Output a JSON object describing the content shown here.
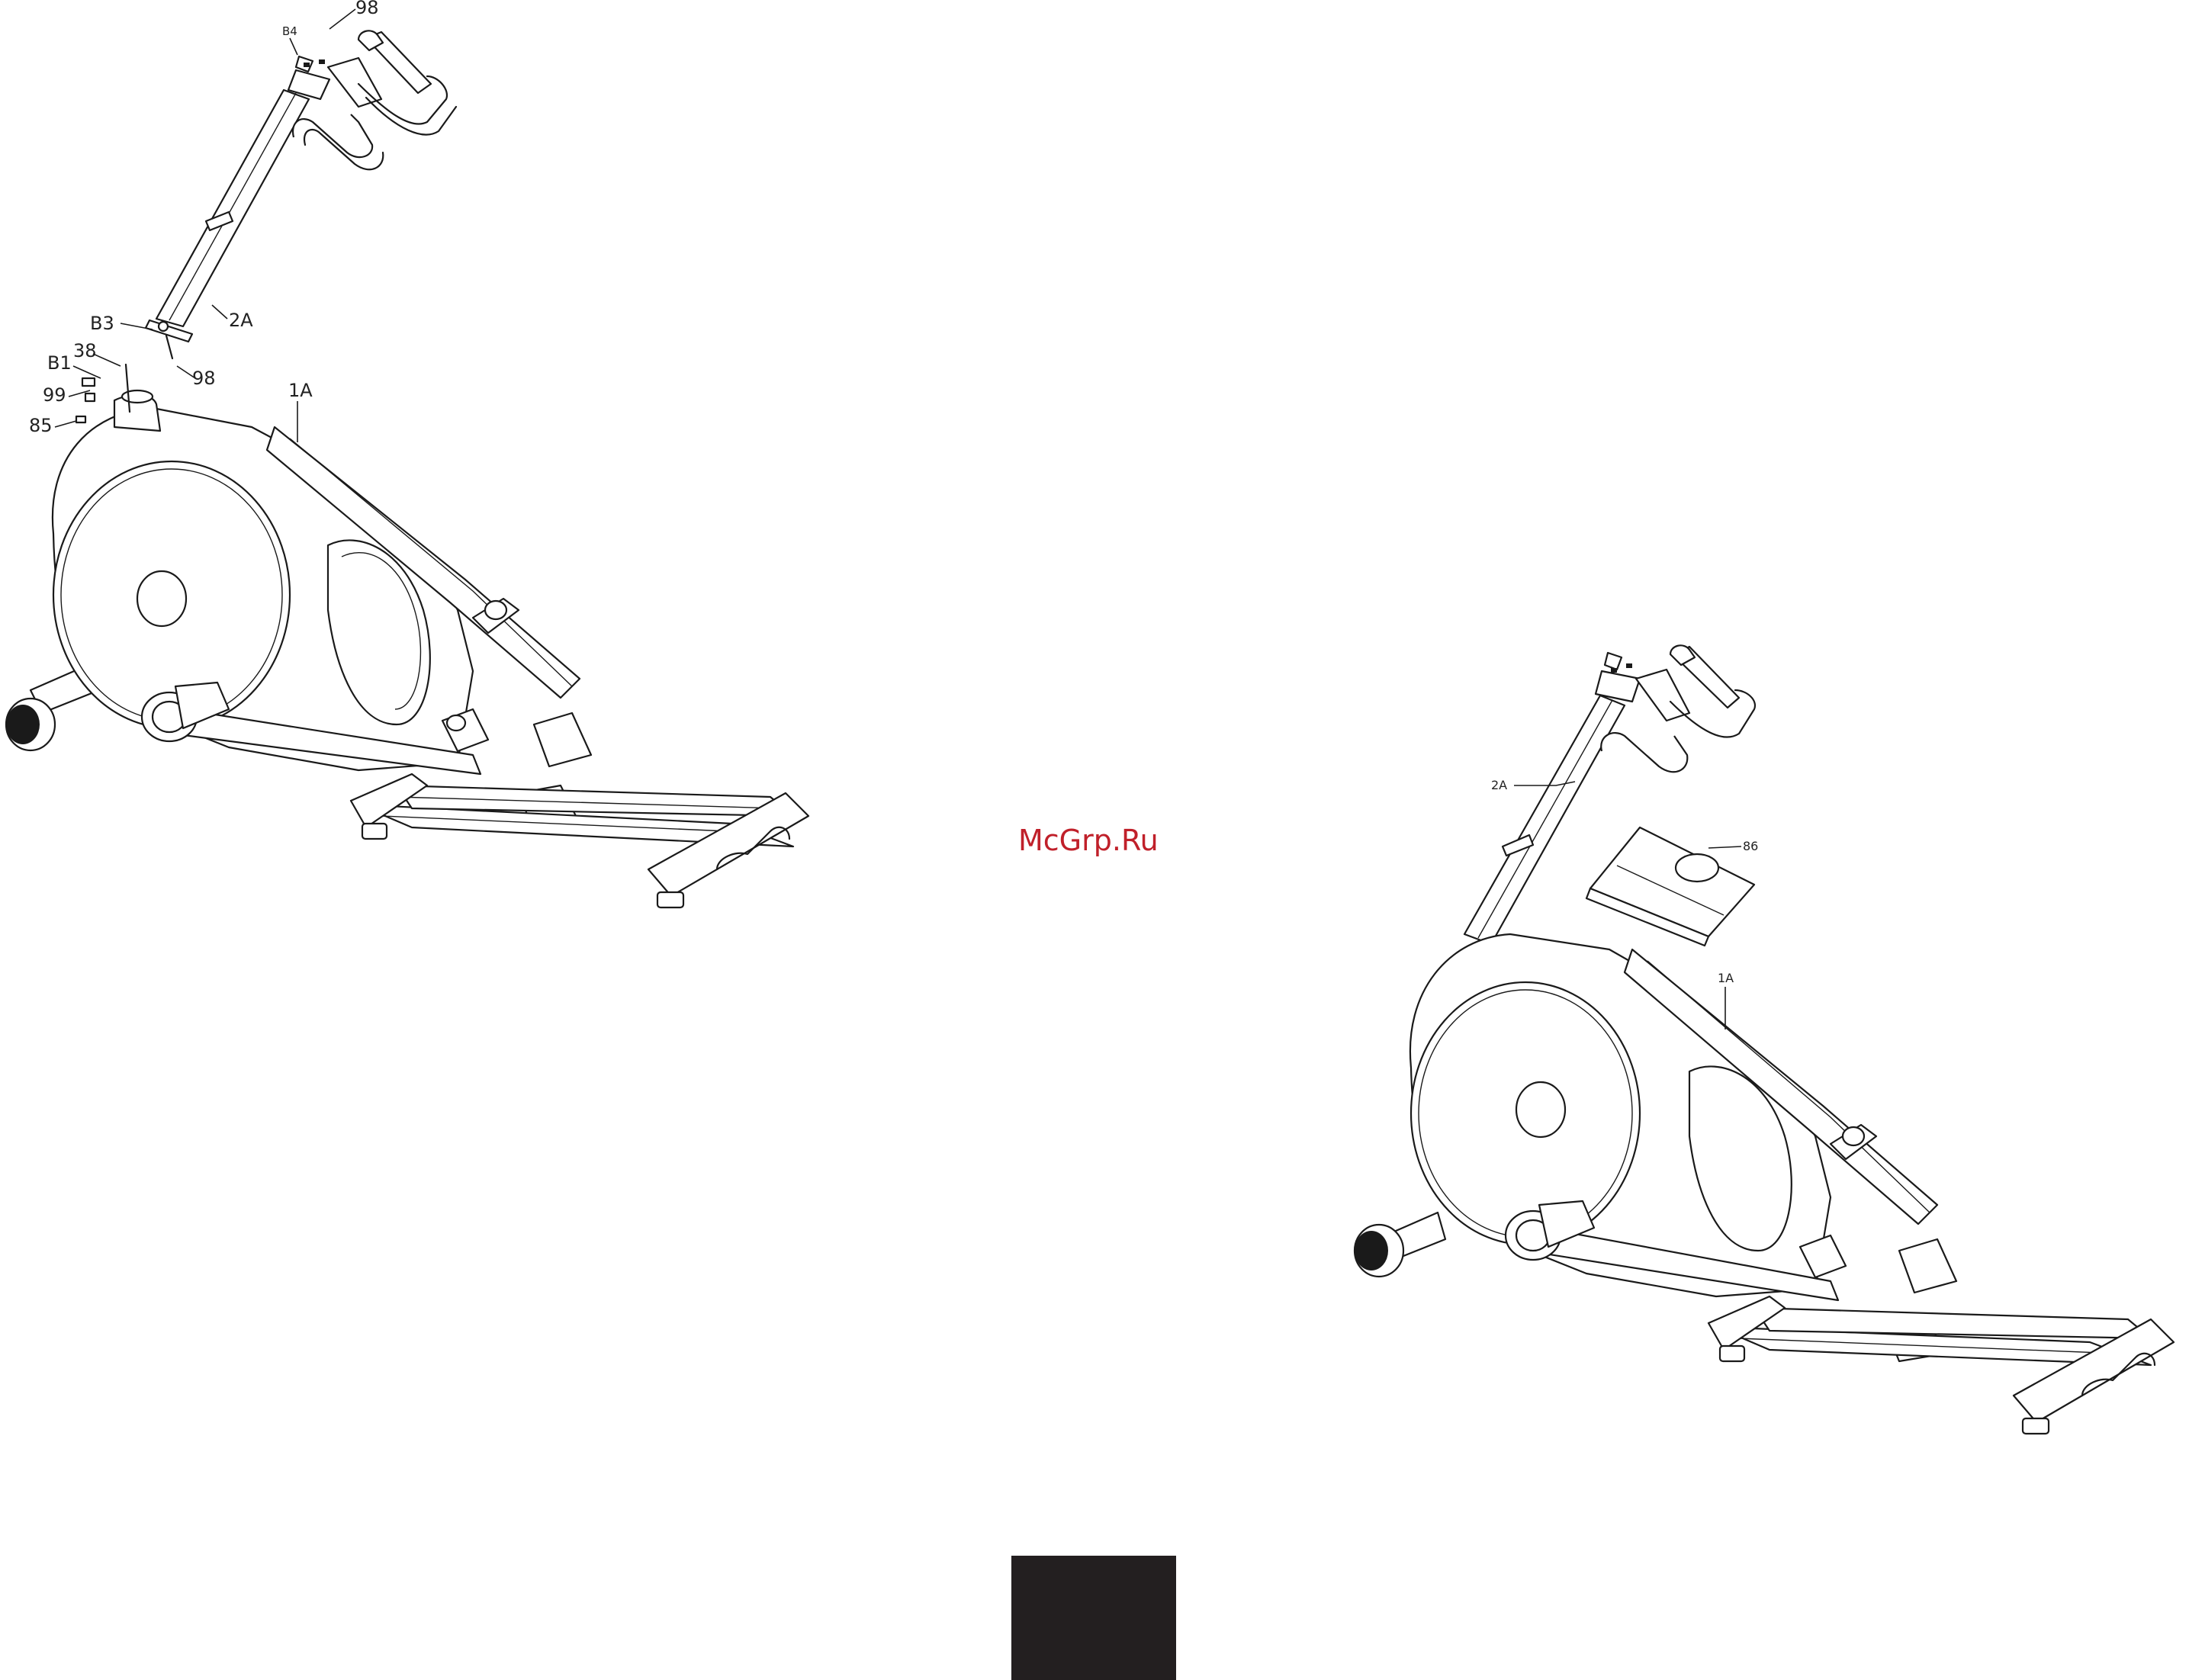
{
  "watermark": {
    "text": "McGrp.Ru",
    "color": "#c0202a"
  },
  "left_diagram": {
    "labels": {
      "b4": "B4",
      "n98_top": "98",
      "b3": "B3",
      "n2a": "2A",
      "n98_bottom": "98",
      "b1": "B1",
      "n38": "38",
      "n99": "99",
      "n85": "85",
      "n1a": "1A"
    }
  },
  "right_diagram": {
    "labels": {
      "n2a": "2A",
      "n86": "86",
      "n1a": "1A"
    }
  },
  "page_tab": {
    "color": "#231f20"
  }
}
